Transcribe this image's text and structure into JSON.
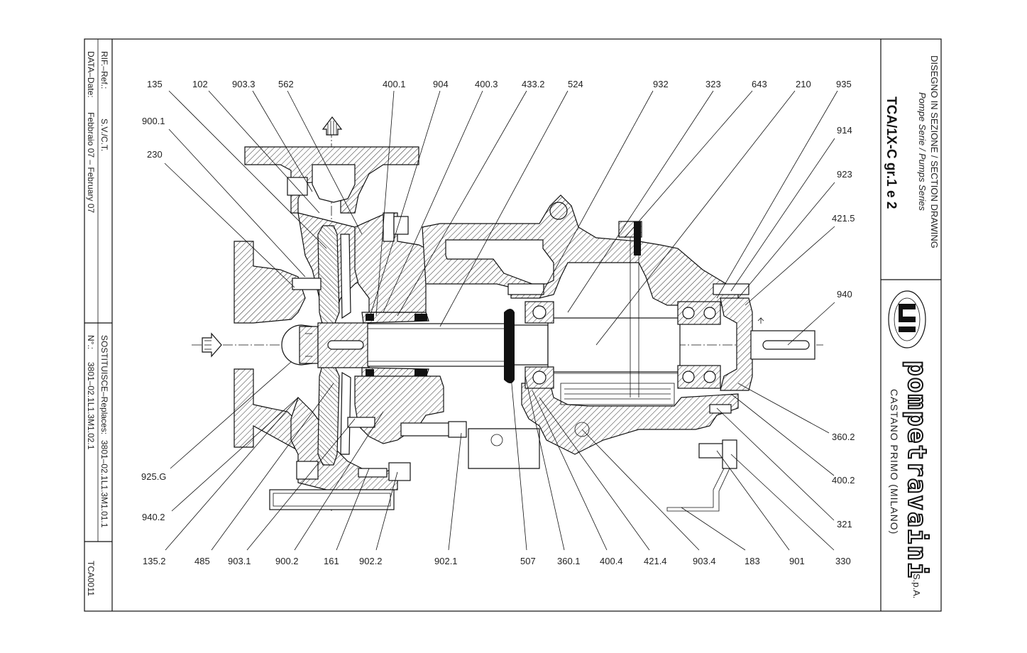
{
  "title_block": {
    "heading": "DISEGNO IN SEZIONE / SECTION DRAWING",
    "series": "Pompe Serie / Pumps Series",
    "model": "TCA/1X-C gr.1 e 2",
    "brand": "pompetravaini",
    "brand_suffix": "S.p.A.",
    "city": "CASTANO PRIMO  (MILANO)"
  },
  "side_block": {
    "ref_label": "RIF.–Ref.:",
    "ref_value": "S.V./C.T.",
    "date_label": "DATA–Date:",
    "date_value": "Febbraio 07 – February 07",
    "replaces_label": "SOSTITUISCE–Replaces:",
    "replaces_value": "3801–02.1L1.3M1.01.1",
    "number_label": "N°.:",
    "number_value": "3801–02.1L1.3M1.02.1",
    "code": "TCA0011"
  },
  "callouts_top": [
    "135",
    "102",
    "903.3",
    "562",
    "400.1",
    "904",
    "400.3",
    "433.2",
    "524",
    "932",
    "323",
    "643",
    "210",
    "935"
  ],
  "callouts_left": [
    "900.1",
    "230",
    "925.G",
    "940.2"
  ],
  "callouts_right": [
    "914",
    "923",
    "421.5",
    "940",
    "360.2",
    "400.2",
    "321"
  ],
  "callouts_bottom": [
    "135.2",
    "485",
    "903.1",
    "900.2",
    "161",
    "902.2",
    "902.1",
    "507",
    "360.1",
    "400.4",
    "421.4",
    "903.4",
    "183",
    "901",
    "330"
  ]
}
